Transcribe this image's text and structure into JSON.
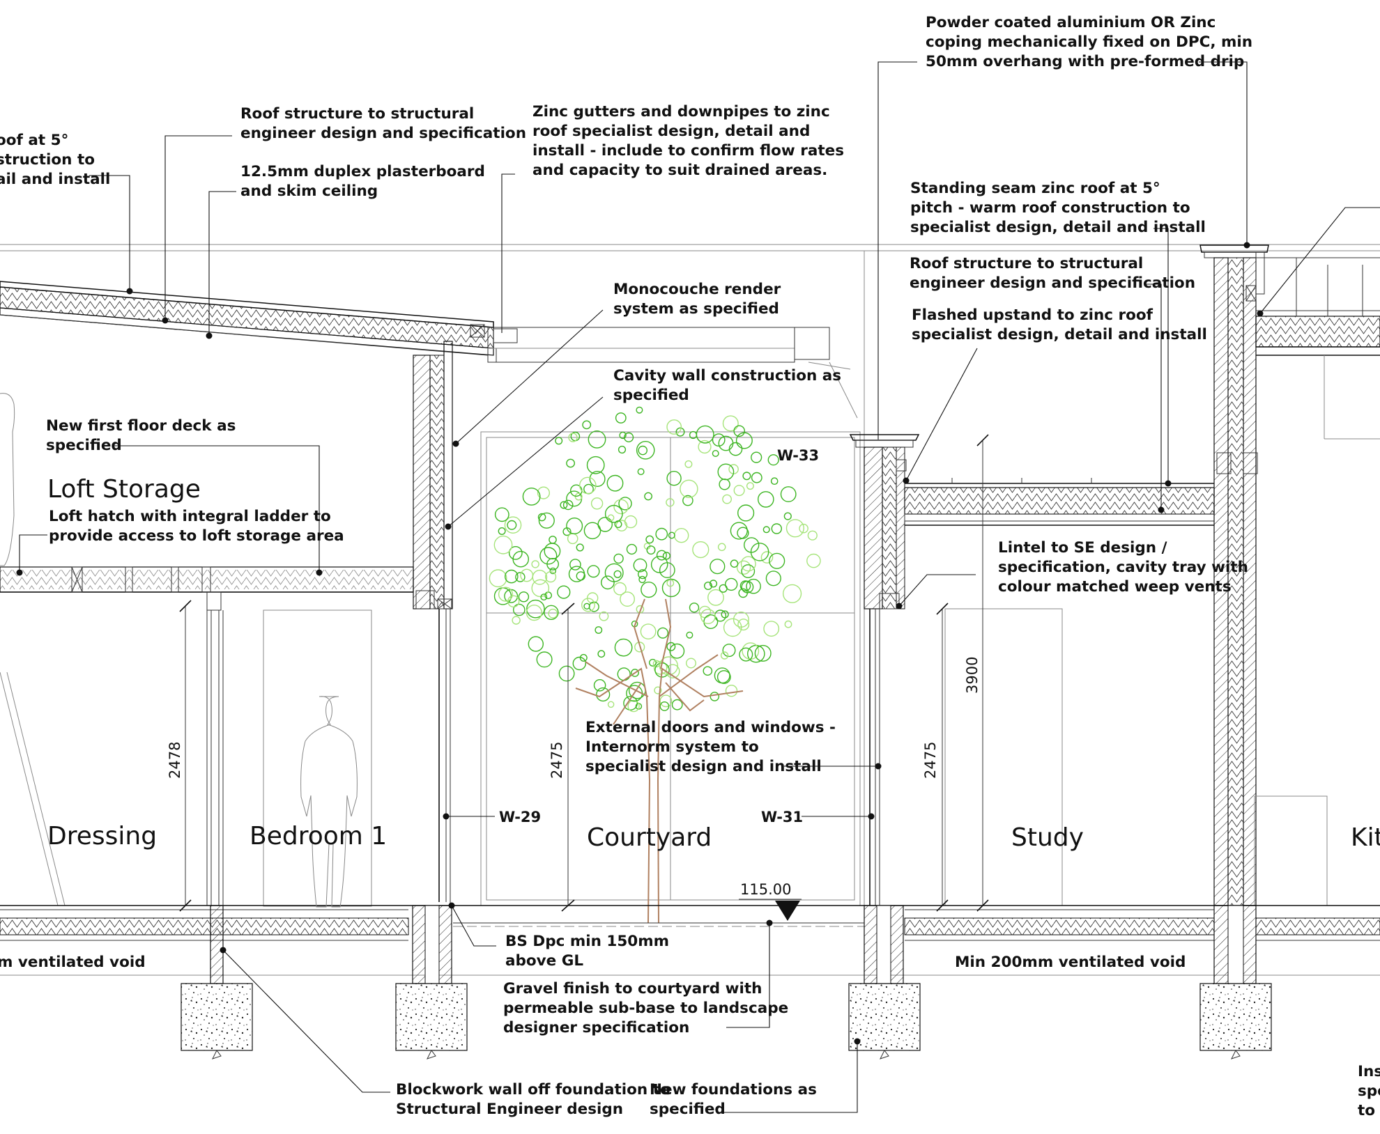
{
  "rooms": {
    "loft_storage": "Loft Storage",
    "dressing": "Dressing",
    "bedroom_1": "Bedroom 1",
    "courtyard": "Courtyard",
    "study": "Study",
    "kitchen_partial": "Kit"
  },
  "tags": {
    "w33": "W-33",
    "w29": "W-29",
    "w31": "W-31"
  },
  "dimensions": {
    "d2478": "2478",
    "d2475_courtyard": "2475",
    "d2475_study": "2475",
    "d3900": "3900",
    "level": "115.00"
  },
  "notes": {
    "roof_zinc_left": [
      "oof  at 5°",
      "struction to",
      "ail and install"
    ],
    "roof_structure_left": [
      "Roof structure to structural",
      "engineer design and specification"
    ],
    "plasterboard": [
      "12.5mm duplex plasterboard",
      "and skim ceiling"
    ],
    "gutters": [
      "Zinc gutters and downpipes to zinc",
      "roof specialist design, detail and",
      "install - include to confirm flow rates",
      "and capacity to suit drained areas."
    ],
    "coping": [
      "Powder coated aluminium OR Zinc",
      "coping mechanically fixed on DPC, min",
      "50mm overhang with pre-formed drip"
    ],
    "zinc_roof_right": [
      "Standing seam zinc roof  at 5°",
      "pitch - warm roof construction to",
      "specialist design, detail and install"
    ],
    "roof_structure_right": [
      "Roof structure to structural",
      "engineer design and specification"
    ],
    "flashed_upstand": [
      "Flashed upstand to zinc roof",
      "specialist design, detail and install"
    ],
    "monocouche": [
      "Monocouche render",
      "system as specified"
    ],
    "cavity_wall": [
      "Cavity wall construction as",
      "specified"
    ],
    "first_floor": [
      "New first floor deck as",
      "specified"
    ],
    "loft_hatch": [
      "Loft hatch with integral ladder to",
      "provide access to loft storage area"
    ],
    "lintel": [
      "Lintel to SE design /",
      "specification, cavity tray with",
      "colour matched weep vents"
    ],
    "external_doors": [
      "External doors and windows -",
      "Internorm system to",
      "specialist design and install"
    ],
    "dpc": [
      "BS Dpc min 150mm",
      "above GL"
    ],
    "gravel": [
      "Gravel finish to courtyard with",
      "permeable sub-base to landscape",
      "designer specification"
    ],
    "blockwork": [
      "Blockwork wall off foundation to",
      "Structural Engineer design"
    ],
    "foundations": [
      "New foundations as",
      "specified"
    ],
    "void_left": "m ventilated void",
    "void_right": "Min 200mm ventilated void",
    "insulation_partial": [
      "Ins",
      "spe",
      "to s"
    ]
  },
  "colors": {
    "line": "#111111",
    "tree_canopy": "#3cb521",
    "tree_canopy_light": "#a6e47a",
    "tree_trunk": "#b08060",
    "guide": "#9a9a9a"
  }
}
